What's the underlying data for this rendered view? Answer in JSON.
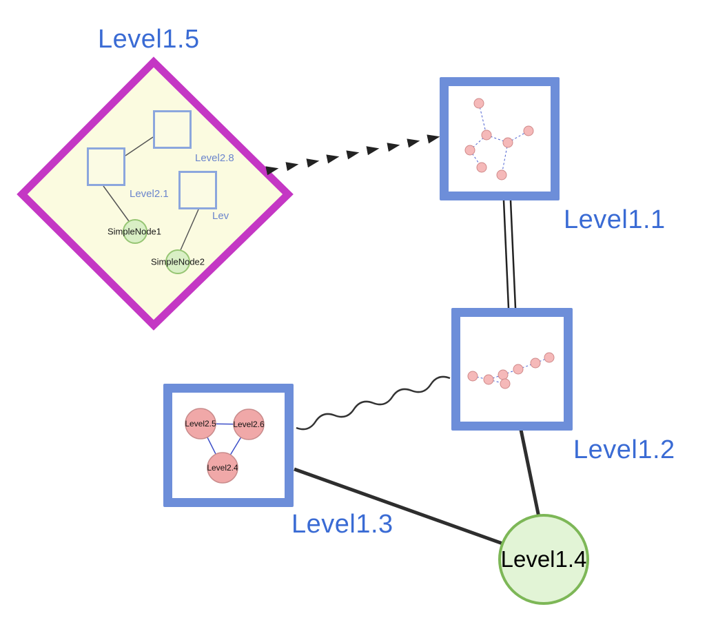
{
  "labels": {
    "level1_5": "Level1.5",
    "level1_1": "Level1.1",
    "level1_2": "Level1.2",
    "level1_3": "Level1.3",
    "level1_4": "Level1.4",
    "level2_8": "Level2.8",
    "level2_1": "Level2.1",
    "lev": "Lev",
    "simplenode1": "SimpleNode1",
    "simplenode2": "SimpleNode2",
    "level2_5": "Level2.5",
    "level2_6": "Level2.6",
    "level2_4": "Level2.4"
  },
  "colors": {
    "label_blue": "#3a6bd4",
    "inner_label_blue": "#6b85cc",
    "group_border_blue": "#6d8ed9",
    "diamond_border_magenta": "#c437c4",
    "diamond_fill_yellow": "#fbfbe0",
    "big_green_fill": "#e2f4d6",
    "big_green_border": "#7db757",
    "small_green_fill": "#d9efc5",
    "small_green_border": "#96c573",
    "pink_node_fill": "#f5b9b9",
    "pink_node_border": "#cf8888",
    "inner_square_border": "#8ba6dd",
    "edge_black": "#2e2e2e",
    "mini_edge_blue": "#4a5fd0"
  },
  "graph": {
    "nodes": [
      {
        "id": "Level1.5",
        "shape": "diamond-group",
        "children": [
          "Level2.8 (square)",
          "Level2.1 (square)",
          "Lev (square, label clipped)",
          "SimpleNode1 (green circle)",
          "SimpleNode2 (green circle)"
        ]
      },
      {
        "id": "Level1.1",
        "shape": "square-group",
        "content": "cluster of 7 small pink nodes linked by dashed blue edges"
      },
      {
        "id": "Level1.2",
        "shape": "square-group",
        "content": "chain of 7 small pink nodes linked by dashed blue edges"
      },
      {
        "id": "Level1.3",
        "shape": "square-group",
        "children": [
          "Level2.5",
          "Level2.6",
          "Level2.4"
        ],
        "content": "three pink circles connected as a triangle with blue edges"
      },
      {
        "id": "Level1.4",
        "shape": "green-circle"
      }
    ],
    "edges": [
      {
        "from": "Level1.5",
        "to": "Level1.1",
        "style": "thick-black-dashed-arrow"
      },
      {
        "from": "Level1.1",
        "to": "Level1.2",
        "style": "double-parallel-line"
      },
      {
        "from": "Level1.2",
        "to": "Level1.3",
        "style": "wavy-line"
      },
      {
        "from": "Level1.3",
        "to": "Level1.4",
        "style": "thick-solid"
      },
      {
        "from": "Level1.2",
        "to": "Level1.4",
        "style": "thick-solid"
      },
      {
        "from": "Level2.1-square",
        "to": "Level2.8-square",
        "style": "thin-gray"
      },
      {
        "from": "Level2.1-square",
        "to": "SimpleNode1",
        "style": "thin-gray"
      },
      {
        "from": "Lev-square",
        "to": "SimpleNode2",
        "style": "thin-gray"
      },
      {
        "from": "Level2.5",
        "to": "Level2.6",
        "style": "thin-blue"
      },
      {
        "from": "Level2.5",
        "to": "Level2.4",
        "style": "thin-blue"
      },
      {
        "from": "Level2.6",
        "to": "Level2.4",
        "style": "thin-blue"
      }
    ]
  }
}
